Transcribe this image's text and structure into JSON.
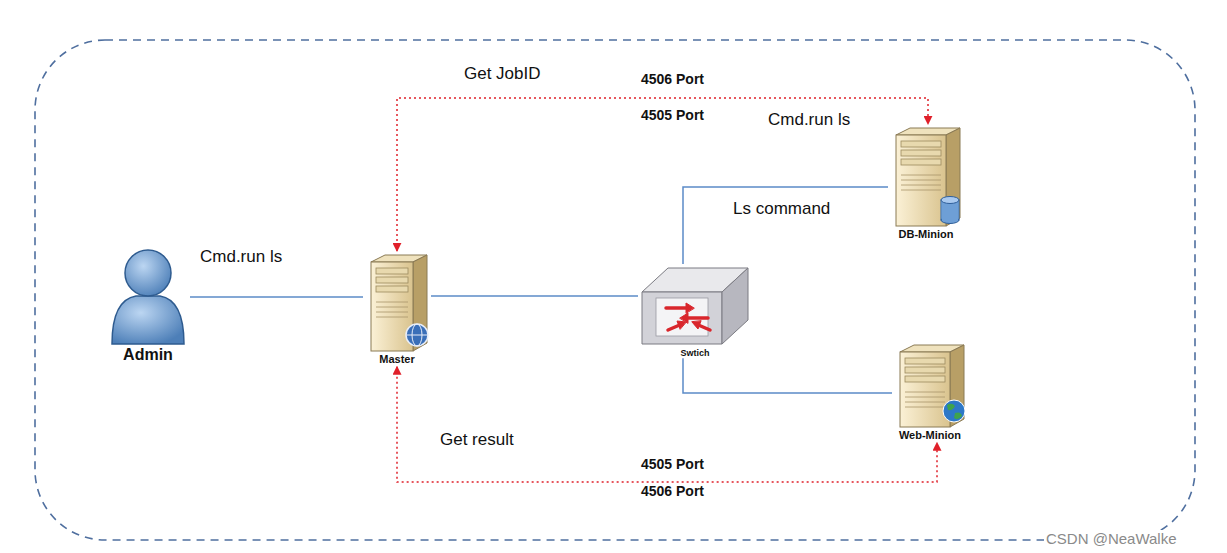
{
  "diagram": {
    "nodes": [
      {
        "text": [
          "Admin"
        ]
      },
      {
        "text": [
          "Master"
        ]
      },
      {
        "text": [
          "Swtich"
        ]
      },
      {
        "text": [
          "DB-Minion"
        ]
      },
      {
        "text": [
          "Web-Minion"
        ]
      }
    ],
    "edges": [
      {
        "from": 0,
        "to": 1,
        "label": "Cmd.run ls",
        "arrow": "none"
      },
      {
        "from": 1,
        "to": 2,
        "arrow": "none"
      },
      {
        "from": 2,
        "to": 3,
        "label": "Ls command",
        "arrow": "none"
      },
      {
        "from": 2,
        "to": 4,
        "arrow": "none"
      },
      {
        "from": 1,
        "to": 3,
        "label": "Get JobID",
        "arrow": "both"
      },
      {
        "from": 1,
        "to": 4,
        "label": "Get result",
        "arrow": "both"
      }
    ],
    "labels": [
      "4506 Port",
      "4505 Port",
      "Cmd.run ls",
      "4505 Port",
      "4506 Port",
      "CSDN @NeaWalke"
    ]
  }
}
